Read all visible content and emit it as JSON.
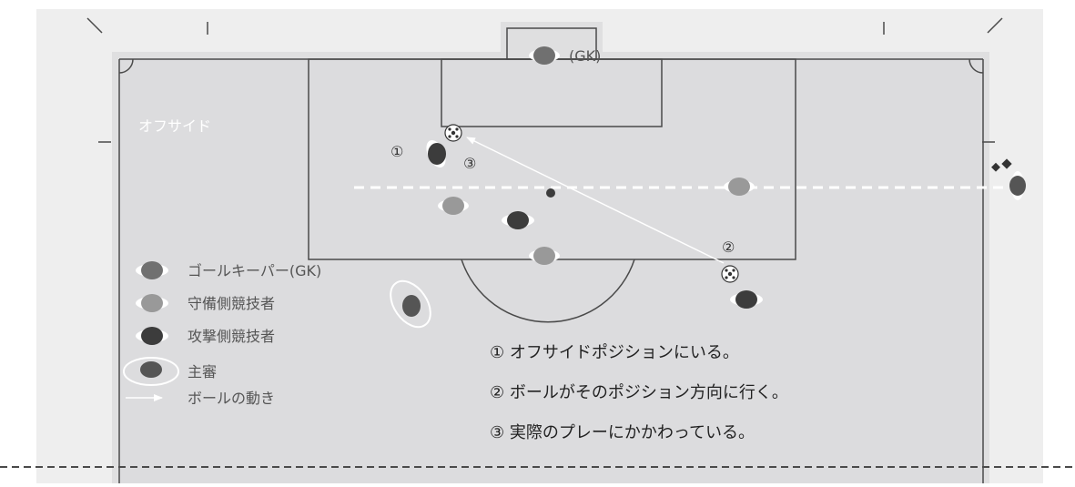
{
  "diagram": {
    "field_label": "オフサイド",
    "gk_label": "(GK)",
    "markers": {
      "one": "①",
      "two": "②",
      "three": "③"
    },
    "legend": {
      "goalkeeper": "ゴールキーパー(GK)",
      "defender": "守備側競技者",
      "attacker": "攻撃側競技者",
      "referee": "主審",
      "ball_movement": "ボールの動き"
    },
    "notes": [
      "① オフサイドポジションにいる。",
      "② ボールがそのポジション方向に行く。",
      "③ 実際のプレーにかかわっている。"
    ],
    "colors": {
      "pitch": "#dcdcde",
      "outer": "#eeeeee",
      "lines": "#4a4a4a",
      "goalkeeper": "#707070",
      "defender": "#999999",
      "attacker": "#3c3c3c",
      "white": "#ffffff"
    }
  }
}
